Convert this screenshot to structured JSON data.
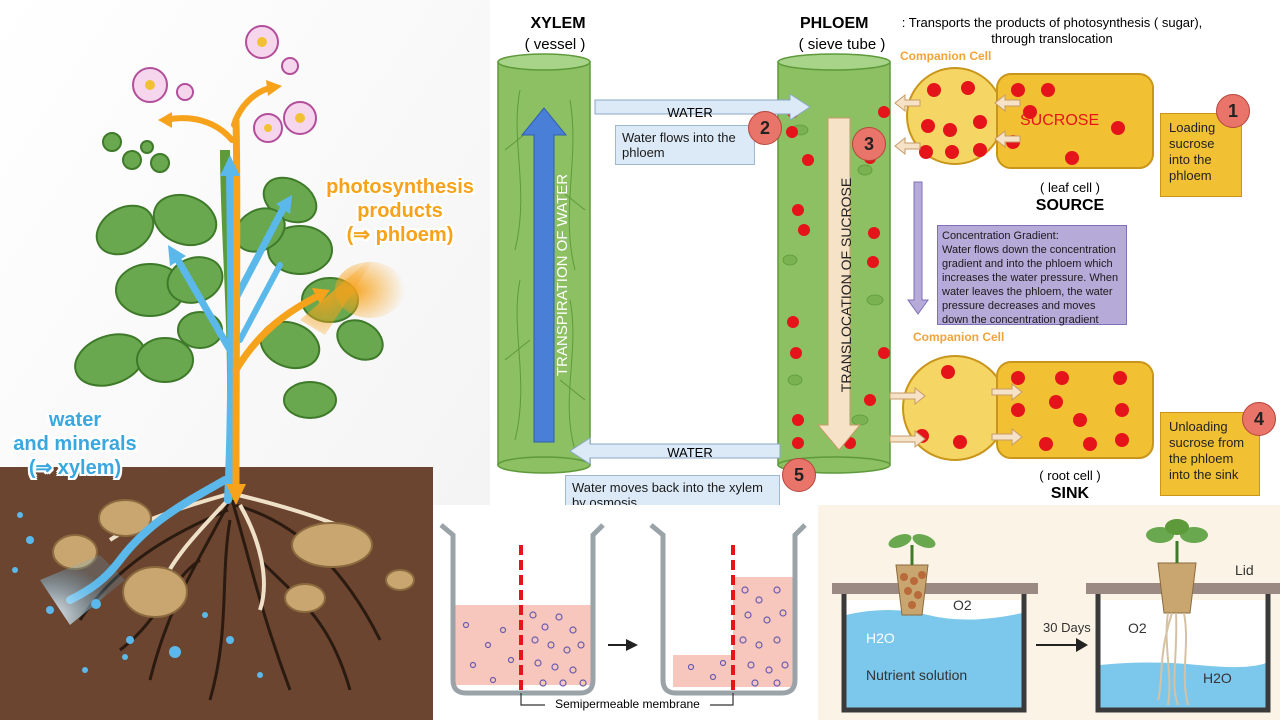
{
  "plant": {
    "photo_label_1": "photosynthesis",
    "photo_label_2": "products",
    "photo_label_3": "(⇒ phloem)",
    "water_label_1": "water",
    "water_label_2": "and minerals",
    "water_label_3": "(⇒ xylem)"
  },
  "xylem": {
    "title": "XYLEM",
    "subtitle": "( vessel )",
    "vertical_label": "TRANSPIRATION OF WATER"
  },
  "phloem": {
    "title": "PHLOEM",
    "description_1": ": Transports the products of photosynthesis ( sugar),",
    "description_2": "through translocation",
    "subtitle": "( sieve tube )",
    "vertical_label": "TRANSLOCATION OF SUCROSE"
  },
  "flows": {
    "water_top": "WATER",
    "water_bottom": "WATER",
    "note_2": "Water flows into the phloem",
    "note_5": "Water moves back into the xylem by osmosis"
  },
  "source": {
    "companion_label": "Companion Cell",
    "sucrose": "SUCROSE",
    "cell_label": "( leaf cell )",
    "title": "SOURCE"
  },
  "sink": {
    "companion_label": "Companion Cell",
    "cell_label": "( root cell )",
    "title": "SINK"
  },
  "gradient_note": "Concentration Gradient:\nWater flows down the concentration gradient and into the phloem which increases the water pressure. When water leaves the phloem, the water pressure decreases and moves down the concentration gradient",
  "steps": [
    {
      "number": "1",
      "text": "Loading sucrose into the phloem"
    },
    {
      "number": "2"
    },
    {
      "number": "3"
    },
    {
      "number": "4",
      "text": "Unloading sucrose from the phloem into the sink"
    },
    {
      "number": "5"
    }
  ],
  "osmosis": {
    "membrane_label": "Semipermeable membrane"
  },
  "hydroponic": {
    "lid": "Lid",
    "o2_left": "O2",
    "o2_right": "O2",
    "h2o_left": "H2O",
    "h2o_right": "H2O",
    "nutrient": "Nutrient solution",
    "days": "30 Days"
  },
  "colors": {
    "xylem_green": "#8cc063",
    "sucrose_yellow": "#f2c133",
    "sucrose_dot": "#e5141b",
    "water_blue": "#5bb8ea",
    "photo_orange": "#f7a21b",
    "soil": "#6b4530",
    "gradient_purple": "#b6aad8"
  }
}
